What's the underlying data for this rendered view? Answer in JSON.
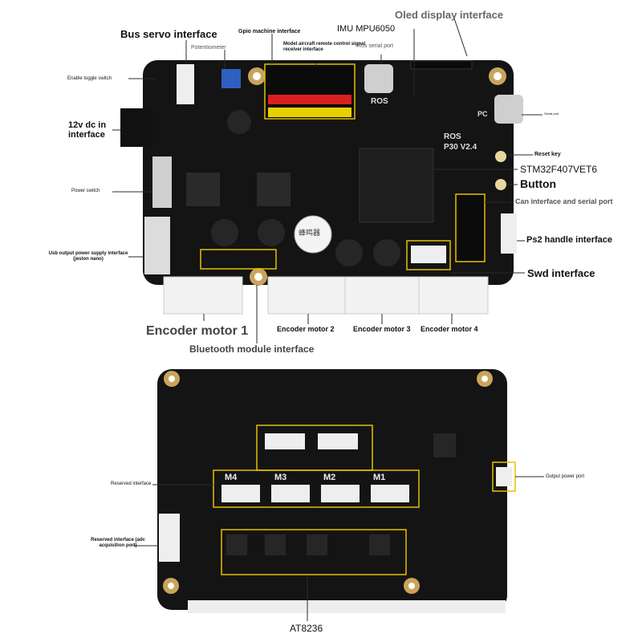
{
  "board_top": {
    "silkscreen": {
      "model": "ROS",
      "version": "P30 V2.4",
      "pc_label": "PC",
      "buzzer": "蜂鸣器"
    },
    "callouts": {
      "oled": "Oled display interface",
      "bus_servo": "Bus servo interface",
      "imu": "IMU MPU6050",
      "gpio": "Gpio machine interface",
      "model_rc": "Model aircraft remote control signal receiver interface",
      "ros_serial": "Ros serial port",
      "potentiometer": "Potentiometer",
      "enable_toggle": "Enable toggle switch",
      "dc_in": "12v dc in interface",
      "serial_port": "Serial port",
      "reset_key": "Reset key",
      "mcu": "STM32F407VET6",
      "button": "Button",
      "can_serial": "Can interface and serial port",
      "power_switch": "Power switch",
      "ps2": "Ps2 handle interface",
      "usb_output": "Usb output power supply interface (jeston nano)",
      "swd": "Swd interface",
      "encoder1": "Encoder motor 1",
      "encoder2": "Encoder motor 2",
      "encoder3": "Encoder motor 3",
      "encoder4": "Encoder motor 4",
      "bluetooth": "Bluetooth module interface"
    }
  },
  "board_bottom": {
    "motors": [
      "M4",
      "M3",
      "M2",
      "M1"
    ],
    "callouts": {
      "reserved": "Reserved interface",
      "output_power": "Output power port",
      "reserved_adc": "Reserved interface (adc acquisition port)",
      "driver": "AT8236"
    }
  },
  "colors": {
    "pcb": "#141414",
    "connector": "#f2f2f2",
    "callout_box": "#e5c000",
    "accent_blue": "#2f5fc0"
  }
}
